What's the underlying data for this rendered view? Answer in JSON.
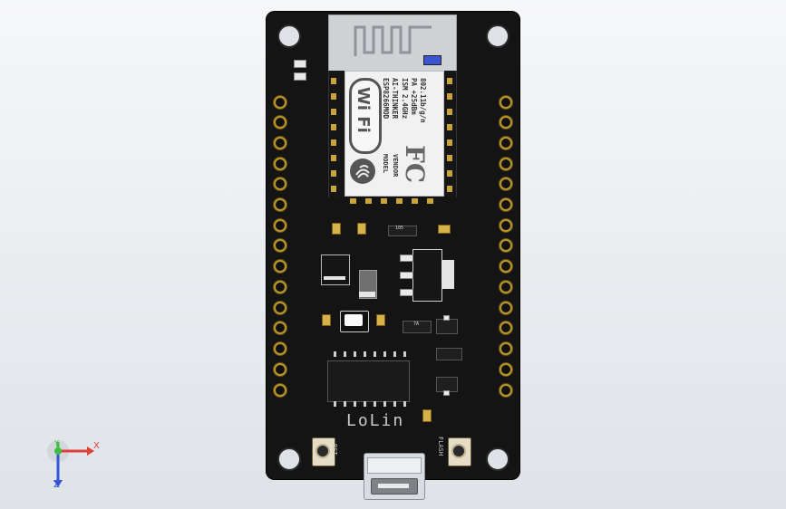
{
  "module": {
    "wifi_logo_text": "Wi Fi",
    "line1": "ESP8266MOD",
    "line2": "AI-THINKER",
    "line3": "ISM 2.4GHz",
    "line4": "PA +25dBm",
    "line5": "802.11b/g/n",
    "model_label": "MODEL",
    "vendor_label": "VENDOR",
    "fc_mark": "FC"
  },
  "board": {
    "brand_silk": "LoLin",
    "rst_label": "RST",
    "flash_label": "FLASH",
    "regulator_mark": "105",
    "small_chip_mark": "7A"
  },
  "triad": {
    "x_label": "X",
    "y_label": "Y",
    "z_label": "Z",
    "x_color": "#e0403a",
    "y_color": "#3fbf3f",
    "z_color": "#3355d6"
  },
  "colors": {
    "pcb": "#141414",
    "gold": "#b8962d",
    "background_top": "#f6f7f9",
    "background_bottom": "#dfe3e8"
  }
}
